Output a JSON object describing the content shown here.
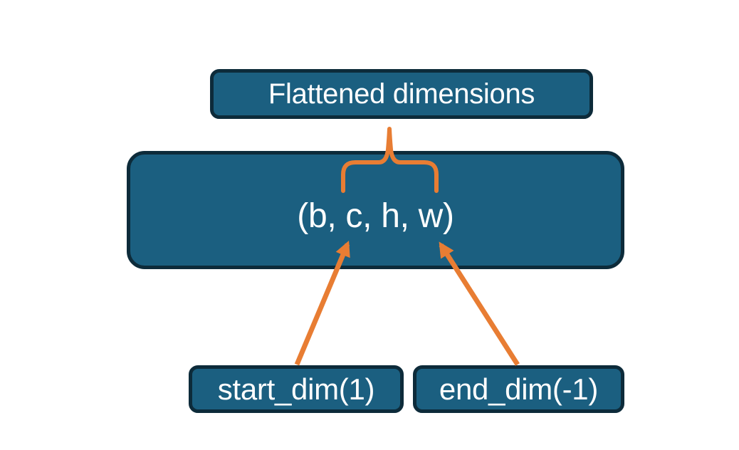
{
  "nodes": {
    "flattened": {
      "label": "Flattened dimensions"
    },
    "tuple": {
      "label": "(b, c, h, w)"
    },
    "start_dim": {
      "label": "start_dim(1)"
    },
    "end_dim": {
      "label": "end_dim(-1)"
    }
  },
  "connectors": {
    "brace": {
      "type": "curly-brace",
      "from": "flattened",
      "to": "tuple",
      "spans": "c, h, w"
    },
    "start_arrow": {
      "type": "arrow",
      "from": "start_dim(1)",
      "points_to": "c"
    },
    "end_arrow": {
      "type": "arrow",
      "from": "end_dim(-1)",
      "points_to": "w"
    }
  },
  "colors": {
    "background": "#FFFFFF",
    "node_fill": "#1B5F80",
    "node_border": "#0D2B3A",
    "node_text": "#FFFFFF",
    "accent_orange": "#E87D33"
  }
}
